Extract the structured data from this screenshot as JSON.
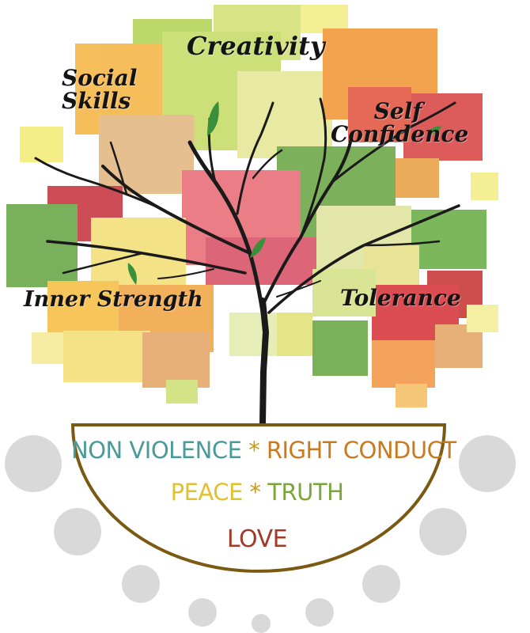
{
  "tree": {
    "branch_labels": {
      "creativity": "Creativity",
      "social_skills_line1": "Social",
      "social_skills_line2": "Skills",
      "self_confidence_line1": "Self",
      "self_confidence_line2": "Confidence",
      "inner_strength": "Inner Strength",
      "tolerance": "Tolerance"
    }
  },
  "pot": {
    "row1": {
      "left": "NON VIOLENCE",
      "sep": " * ",
      "right": "RIGHT CONDUCT"
    },
    "row2": {
      "left": "PEACE",
      "sep": " * ",
      "right": "TRUTH"
    },
    "row3": {
      "text": "LOVE"
    }
  },
  "colors": {
    "trunk": "#1a1a1a",
    "leaf": "#3a8f3a",
    "pot_outline": "#7a5a12",
    "pot_fill": "#ffffff",
    "dots": "#d9d9d9",
    "non_violence": "#4b9a9a",
    "right_conduct": "#c87a1e",
    "peace": "#e2c12e",
    "truth": "#7aa63a",
    "love": "#a23a2a",
    "asterisk": "#c99a1a"
  }
}
